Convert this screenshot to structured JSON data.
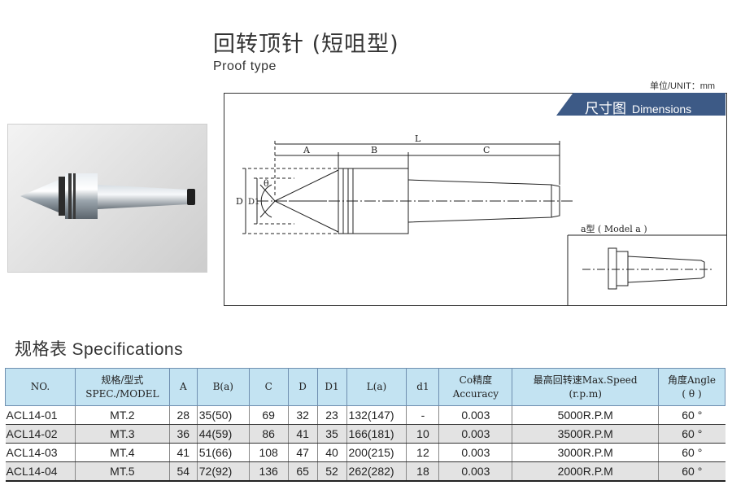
{
  "header": {
    "title": "回转顶针 (短咀型)",
    "subtitle": "Proof type",
    "unit": "单位/UNIT：mm"
  },
  "dimensions": {
    "title_zh": "尺寸图",
    "title_en": "Dimensions",
    "labels": {
      "A": "A",
      "B": "B",
      "C": "C",
      "L": "L",
      "D": "D",
      "D1": "D1",
      "theta": "θ"
    },
    "model_a": "a型  ( Model a )"
  },
  "specs": {
    "title_zh": "规格表",
    "title_en": "Specifications",
    "columns": [
      {
        "l1": "NO.",
        "l2": ""
      },
      {
        "l1": "规格/型式",
        "l2": "SPEC./MODEL"
      },
      {
        "l1": "A",
        "l2": ""
      },
      {
        "l1": "B(a)",
        "l2": ""
      },
      {
        "l1": "C",
        "l2": ""
      },
      {
        "l1": "D",
        "l2": ""
      },
      {
        "l1": "D1",
        "l2": ""
      },
      {
        "l1": "L(a)",
        "l2": ""
      },
      {
        "l1": "d1",
        "l2": ""
      },
      {
        "l1": "Co精度",
        "l2": "Accuracy"
      },
      {
        "l1": "最高回转速Max.Speed",
        "l2": "(r.p.m)"
      },
      {
        "l1": "角度Angle",
        "l2": "( θ )"
      }
    ],
    "rows": [
      [
        "ACL14-01",
        "MT.2",
        "28",
        "35(50)",
        "69",
        "32",
        "23",
        "132(147)",
        "-",
        "0.003",
        "5000R.P.M",
        "60 °"
      ],
      [
        "ACL14-02",
        "MT.3",
        "36",
        "44(59)",
        "86",
        "41",
        "35",
        "166(181)",
        "10",
        "0.003",
        "3500R.P.M",
        "60 °"
      ],
      [
        "ACL14-03",
        "MT.4",
        "41",
        "51(66)",
        "108",
        "47",
        "40",
        "200(215)",
        "12",
        "0.003",
        "3000R.P.M",
        "60 °"
      ],
      [
        "ACL14-04",
        "MT.5",
        "54",
        "72(92)",
        "136",
        "65",
        "52",
        "262(282)",
        "18",
        "0.003",
        "2000R.P.M",
        "60 °"
      ]
    ]
  },
  "colors": {
    "header_bar": "#3d5a86",
    "table_header": "#c3e3f2",
    "row_alt": "#e3e3e3"
  }
}
